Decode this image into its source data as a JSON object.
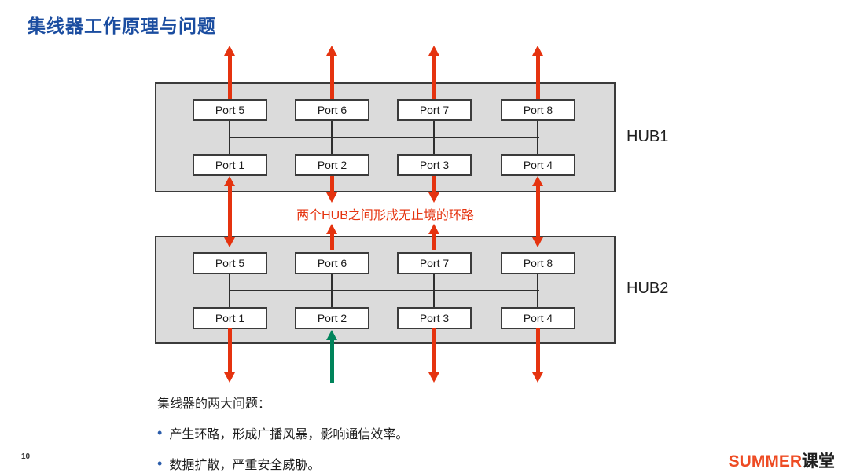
{
  "slide": {
    "title": "集线器工作原理与问题",
    "loop_note": "两个HUB之间形成无止境的环路",
    "page_number": "10",
    "bullet_glyph": "•",
    "problems": {
      "heading": "集线器的两大问题：",
      "items": [
        "产生环路，形成广播风暴，影响通信效率。",
        "数据扩散，严重安全威胁。"
      ]
    },
    "logo": {
      "brand": "SUMMER",
      "suffix": "课堂"
    }
  },
  "hubs": [
    {
      "label": "HUB1",
      "top_ports": [
        "Port 5",
        "Port 6",
        "Port 7",
        "Port 8"
      ],
      "bottom_ports": [
        "Port 1",
        "Port 2",
        "Port 3",
        "Port 4"
      ]
    },
    {
      "label": "HUB2",
      "top_ports": [
        "Port 5",
        "Port 6",
        "Port 7",
        "Port 8"
      ],
      "bottom_ports": [
        "Port 1",
        "Port 2",
        "Port 3",
        "Port 4"
      ]
    }
  ],
  "colors": {
    "accent_red": "#e5330f",
    "accent_green": "#00845b",
    "title_blue": "#1b4da0",
    "bullet_blue": "#2a5caa",
    "logo_orange": "#ee4b23",
    "hub_fill": "#dbdbdb"
  }
}
